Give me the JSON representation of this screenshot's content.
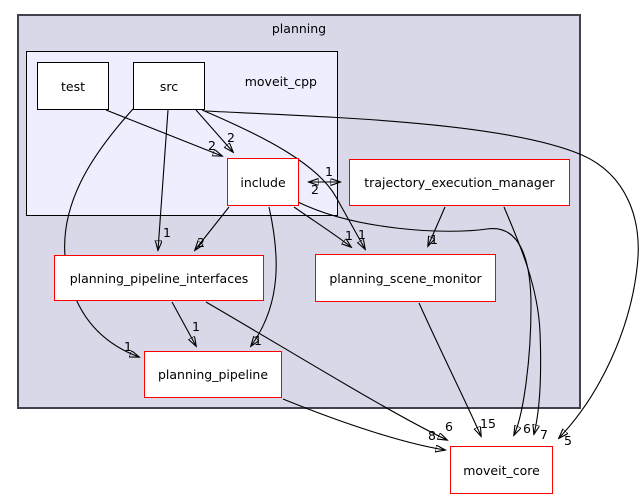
{
  "diagram": {
    "type": "directory-dependency-graph",
    "clusters": [
      {
        "id": "planning",
        "label": "planning"
      },
      {
        "id": "moveit_cpp",
        "label": "moveit_cpp"
      }
    ],
    "nodes": [
      {
        "id": "test",
        "label": "test",
        "border": "black"
      },
      {
        "id": "src",
        "label": "src",
        "border": "black"
      },
      {
        "id": "include",
        "label": "include",
        "border": "red"
      },
      {
        "id": "trajectory_execution_manager",
        "label": "trajectory_execution_manager",
        "border": "red"
      },
      {
        "id": "planning_pipeline_interfaces",
        "label": "planning_pipeline_interfaces",
        "border": "red"
      },
      {
        "id": "planning_scene_monitor",
        "label": "planning_scene_monitor",
        "border": "red"
      },
      {
        "id": "planning_pipeline",
        "label": "planning_pipeline",
        "border": "red"
      },
      {
        "id": "moveit_core",
        "label": "moveit_core",
        "border": "red"
      }
    ],
    "edges": [
      {
        "from": "test",
        "to": "include",
        "label": "2"
      },
      {
        "from": "src",
        "to": "include",
        "label": "2"
      },
      {
        "from": "src",
        "to": "planning_pipeline_interfaces",
        "label": "1"
      },
      {
        "from": "src",
        "to": "planning_scene_monitor",
        "label": "1"
      },
      {
        "from": "src",
        "to": "planning_pipeline",
        "label": "1"
      },
      {
        "from": "src",
        "to": "moveit_core",
        "label": "5"
      },
      {
        "from": "include",
        "to": "trajectory_execution_manager",
        "label": "1"
      },
      {
        "from": "trajectory_execution_manager",
        "to": "include",
        "label": "2"
      },
      {
        "from": "include",
        "to": "planning_pipeline_interfaces",
        "label": "2"
      },
      {
        "from": "include",
        "to": "planning_scene_monitor",
        "label": "1"
      },
      {
        "from": "include",
        "to": "planning_pipeline",
        "label": "1"
      },
      {
        "from": "include",
        "to": "moveit_core",
        "label": "6"
      },
      {
        "from": "trajectory_execution_manager",
        "to": "planning_scene_monitor",
        "label": "1"
      },
      {
        "from": "trajectory_execution_manager",
        "to": "moveit_core",
        "label": "7"
      },
      {
        "from": "planning_pipeline_interfaces",
        "to": "planning_pipeline",
        "label": "1"
      },
      {
        "from": "planning_pipeline_interfaces",
        "to": "moveit_core",
        "label": "6"
      },
      {
        "from": "planning_pipeline",
        "to": "moveit_core",
        "label": "8"
      },
      {
        "from": "planning_scene_monitor",
        "to": "moveit_core",
        "label": "15"
      }
    ],
    "colors": {
      "outer_cluster_bg": "#d8d8e8",
      "inner_cluster_bg": "#eeeeff",
      "node_bg": "#ffffff",
      "red_border": "#ff0000",
      "black_border": "#000000",
      "edge": "#000000"
    }
  }
}
